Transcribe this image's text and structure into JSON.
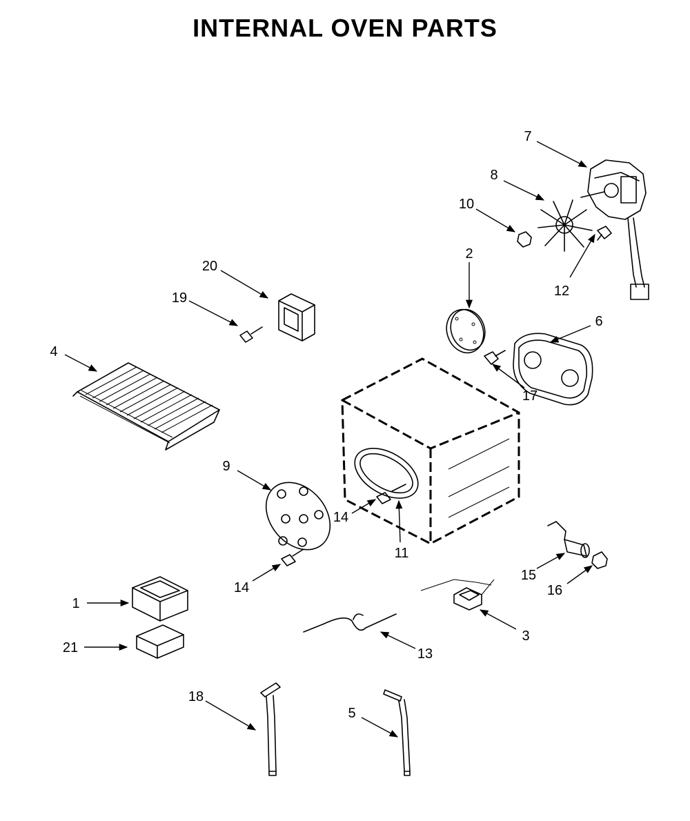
{
  "title": "INTERNAL OVEN PARTS",
  "callouts": {
    "c1": "1",
    "c2": "2",
    "c3": "3",
    "c4": "4",
    "c5": "5",
    "c6": "6",
    "c7": "7",
    "c8": "8",
    "c9": "9",
    "c10": "10",
    "c11": "11",
    "c12": "12",
    "c13": "13",
    "c14a": "14",
    "c14b": "14",
    "c15": "15",
    "c16": "16",
    "c17": "17",
    "c18": "18",
    "c19": "19",
    "c20": "20",
    "c21": "21"
  }
}
